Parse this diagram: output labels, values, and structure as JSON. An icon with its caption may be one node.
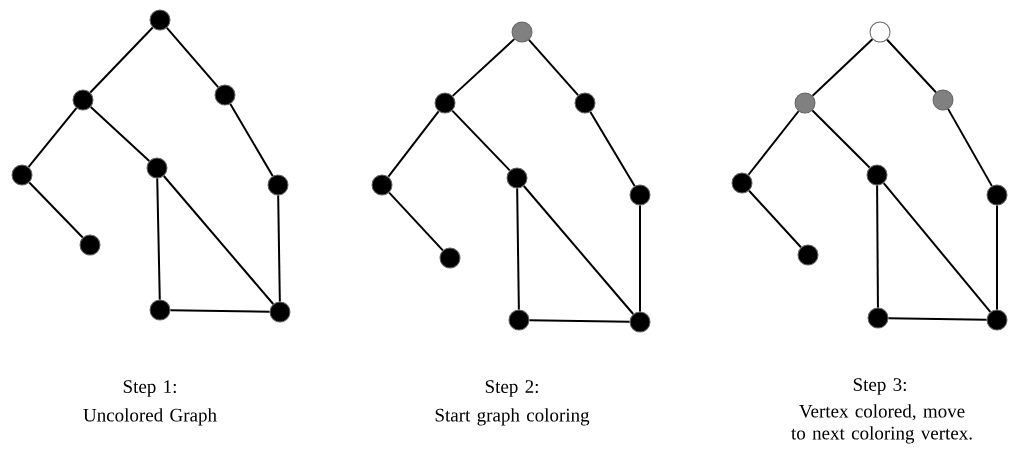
{
  "diagram": {
    "nodes": [
      {
        "text": [],
        "shape": "circle"
      },
      {
        "text": [],
        "shape": "circle"
      },
      {
        "text": [],
        "shape": "circle"
      },
      {
        "text": [],
        "shape": "circle"
      },
      {
        "text": [],
        "shape": "circle"
      },
      {
        "text": [],
        "shape": "circle"
      },
      {
        "text": [],
        "shape": "circle"
      },
      {
        "text": [],
        "shape": "circle"
      },
      {
        "text": [],
        "shape": "circle"
      },
      {
        "text": [],
        "shape": "circle"
      },
      {
        "text": [],
        "shape": "circle"
      },
      {
        "text": [],
        "shape": "circle"
      },
      {
        "text": [],
        "shape": "circle"
      },
      {
        "text": [],
        "shape": "circle"
      },
      {
        "text": [],
        "shape": "circle"
      },
      {
        "text": [],
        "shape": "circle"
      },
      {
        "text": [],
        "shape": "circle"
      },
      {
        "text": [],
        "shape": "circle"
      },
      {
        "text": [],
        "shape": "circle"
      },
      {
        "text": [],
        "shape": "circle"
      },
      {
        "text": [],
        "shape": "circle"
      },
      {
        "text": [],
        "shape": "circle"
      },
      {
        "text": [],
        "shape": "circle"
      },
      {
        "text": [],
        "shape": "circle"
      },
      {
        "text": [],
        "shape": "circle"
      },
      {
        "text": [],
        "shape": "circle"
      },
      {
        "text": [],
        "shape": "circle"
      }
    ],
    "edges": [
      {
        "from": 0,
        "to": 1,
        "arrow": "none"
      },
      {
        "from": 0,
        "to": 2,
        "arrow": "none"
      },
      {
        "from": 1,
        "to": 3,
        "arrow": "none"
      },
      {
        "from": 3,
        "to": 6,
        "arrow": "none"
      },
      {
        "from": 1,
        "to": 4,
        "arrow": "none"
      },
      {
        "from": 2,
        "to": 5,
        "arrow": "none"
      },
      {
        "from": 5,
        "to": 8,
        "arrow": "none"
      },
      {
        "from": 4,
        "to": 7,
        "arrow": "none"
      },
      {
        "from": 4,
        "to": 8,
        "arrow": "none"
      },
      {
        "from": 7,
        "to": 8,
        "arrow": "none"
      },
      {
        "from": 9,
        "to": 10,
        "arrow": "none"
      },
      {
        "from": 9,
        "to": 11,
        "arrow": "none"
      },
      {
        "from": 10,
        "to": 12,
        "arrow": "none"
      },
      {
        "from": 12,
        "to": 15,
        "arrow": "none"
      },
      {
        "from": 10,
        "to": 13,
        "arrow": "none"
      },
      {
        "from": 11,
        "to": 14,
        "arrow": "none"
      },
      {
        "from": 14,
        "to": 17,
        "arrow": "none"
      },
      {
        "from": 13,
        "to": 16,
        "arrow": "none"
      },
      {
        "from": 13,
        "to": 17,
        "arrow": "none"
      },
      {
        "from": 16,
        "to": 17,
        "arrow": "none"
      },
      {
        "from": 18,
        "to": 19,
        "arrow": "none"
      },
      {
        "from": 18,
        "to": 20,
        "arrow": "none"
      },
      {
        "from": 19,
        "to": 21,
        "arrow": "none"
      },
      {
        "from": 21,
        "to": 24,
        "arrow": "none"
      },
      {
        "from": 19,
        "to": 22,
        "arrow": "none"
      },
      {
        "from": 20,
        "to": 23,
        "arrow": "none"
      },
      {
        "from": 23,
        "to": 26,
        "arrow": "none"
      },
      {
        "from": 22,
        "to": 25,
        "arrow": "none"
      },
      {
        "from": 22,
        "to": 26,
        "arrow": "none"
      },
      {
        "from": 25,
        "to": 26,
        "arrow": "none"
      }
    ],
    "labels": [
      "Step 1:",
      "Uncolored Graph",
      "Step 2:",
      "Start graph coloring",
      "Step 3:",
      "Vertex colored, move to next coloring vertex."
    ]
  }
}
